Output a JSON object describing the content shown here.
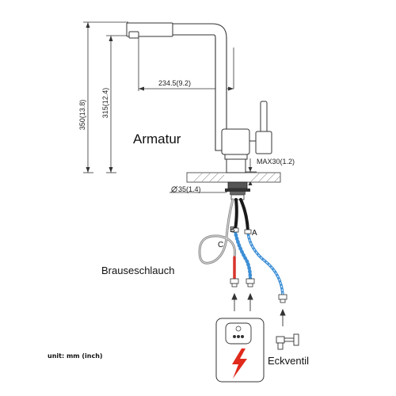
{
  "dimensions": {
    "total_height": "350(13.8)",
    "spout_height": "315(12.4)",
    "spout_reach": "234.5(9.2)",
    "max_thickness": "MAX30(1.2)",
    "hole_diameter": "35(1.4)"
  },
  "labels": {
    "faucet": "Armatur",
    "spray_hose": "Brauseschlauch",
    "angle_valve": "Eckventil",
    "unit": "unit: mm (inch)"
  },
  "hoses": {
    "a": "A",
    "b": "B",
    "c": "C"
  },
  "colors": {
    "hot": "#d8342c",
    "cold": "#3d8fd6",
    "outline": "#333333",
    "hazard": "#e02a1c"
  },
  "icons": {
    "diameter": "diameter-icon",
    "lightning": "lightning-icon",
    "arrows": "arrow-up-icon"
  }
}
